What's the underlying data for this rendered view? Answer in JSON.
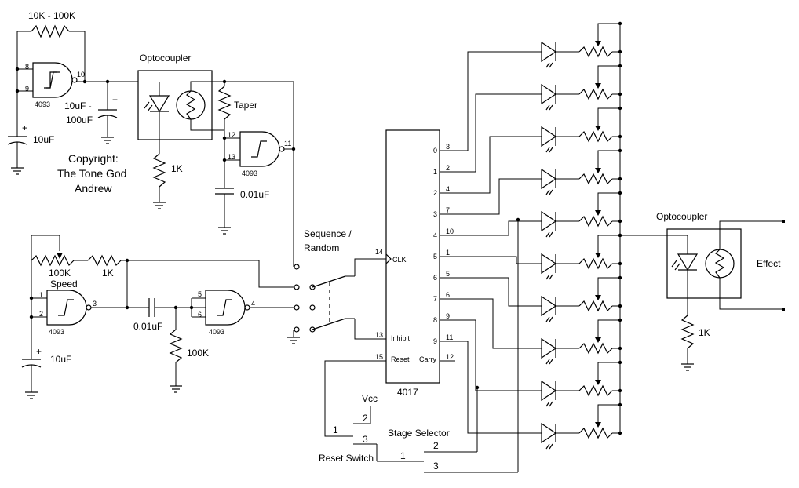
{
  "labels": {
    "res_feedback": "10K - 100K",
    "optocoupler_top": "Optocoupler",
    "taper": "Taper",
    "cap_big": "10uF -",
    "cap_big2": "100uF",
    "cap_10uf_a": "10uF",
    "copyright1": "Copyright:",
    "copyright2": "The Tone God",
    "copyright3": "Andrew",
    "res_1k_a": "1K",
    "cap_001_a": "0.01uF",
    "seq_random1": "Sequence /",
    "seq_random2": "Random",
    "res_100k_pot": "100K",
    "speed": "Speed",
    "res_1k_b": "1K",
    "cap_001_b": "0.01uF",
    "res_100k": "100K",
    "cap_10uf_b": "10uF",
    "vcc": "Vcc",
    "stage_selector": "Stage Selector",
    "reset_switch": "Reset Switch",
    "ic_4017": "4017",
    "optocoupler_right": "Optocoupler",
    "effect": "Effect",
    "res_1k_c": "1K",
    "chip_4093": "4093"
  },
  "gate_pins": {
    "g1": [
      "8",
      "9",
      "10"
    ],
    "g2": [
      "12",
      "13",
      "11"
    ],
    "g3": [
      "1",
      "2",
      "3"
    ],
    "g4": [
      "5",
      "6",
      "4"
    ]
  },
  "ic_pins_left": [
    {
      "num": "14",
      "name": "CLK"
    },
    {
      "num": "13",
      "name": "Inhibit"
    },
    {
      "num": "15",
      "name": "Reset"
    }
  ],
  "ic_carry": {
    "name": "Carry",
    "num": "12"
  },
  "ic_outputs": [
    {
      "q": "0",
      "pin": "3"
    },
    {
      "q": "1",
      "pin": "2"
    },
    {
      "q": "2",
      "pin": "4"
    },
    {
      "q": "3",
      "pin": "7"
    },
    {
      "q": "4",
      "pin": "10"
    },
    {
      "q": "5",
      "pin": "1"
    },
    {
      "q": "6",
      "pin": "5"
    },
    {
      "q": "7",
      "pin": "6"
    },
    {
      "q": "8",
      "pin": "9"
    },
    {
      "q": "9",
      "pin": "11"
    }
  ],
  "switch_pins": {
    "vcc_pin": "2",
    "reset_1": "1",
    "reset_3": "3",
    "reset_sw_1": "1",
    "stage_2": "2",
    "stage_3": "3"
  }
}
